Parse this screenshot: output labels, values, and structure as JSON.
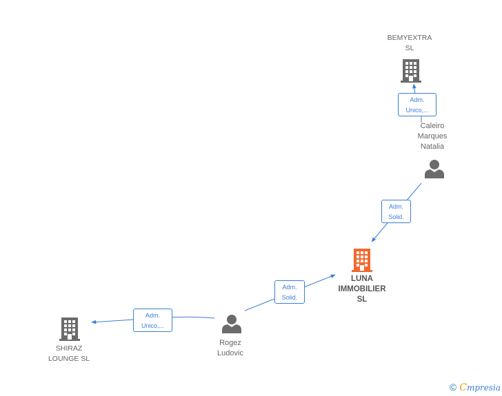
{
  "nodes": {
    "bemyextra": {
      "label": "BEMYEXTRA\nSL",
      "type": "company",
      "color": "#6b6b6b"
    },
    "caleiro": {
      "label": "Caleiro\nMarques\nNatalia",
      "type": "person",
      "color": "#6b6b6b"
    },
    "luna": {
      "label": "LUNA\nIMMOBILIER\nSL",
      "type": "company",
      "color": "#f06a2f",
      "highlighted": true
    },
    "rogez": {
      "label": "Rogez\nLudovic",
      "type": "person",
      "color": "#6b6b6b"
    },
    "shiraz": {
      "label": "SHIRAZ\nLOUNGE SL",
      "type": "company",
      "color": "#6b6b6b"
    }
  },
  "edges": [
    {
      "from": "caleiro",
      "to": "bemyextra",
      "label": "Adm.\nUnico,..."
    },
    {
      "from": "caleiro",
      "to": "luna",
      "label": "Adm.\nSolid."
    },
    {
      "from": "rogez",
      "to": "luna",
      "label": "Adm.\nSolid."
    },
    {
      "from": "rogez",
      "to": "shiraz",
      "label": "Adm.\nUnico,..."
    }
  ],
  "footer": {
    "copyright": "©",
    "brand_e": "C",
    "brand_rest": "mpresia"
  },
  "colors": {
    "edge": "#3a7ed6",
    "node": "#6b6b6b",
    "highlight": "#f06a2f"
  }
}
